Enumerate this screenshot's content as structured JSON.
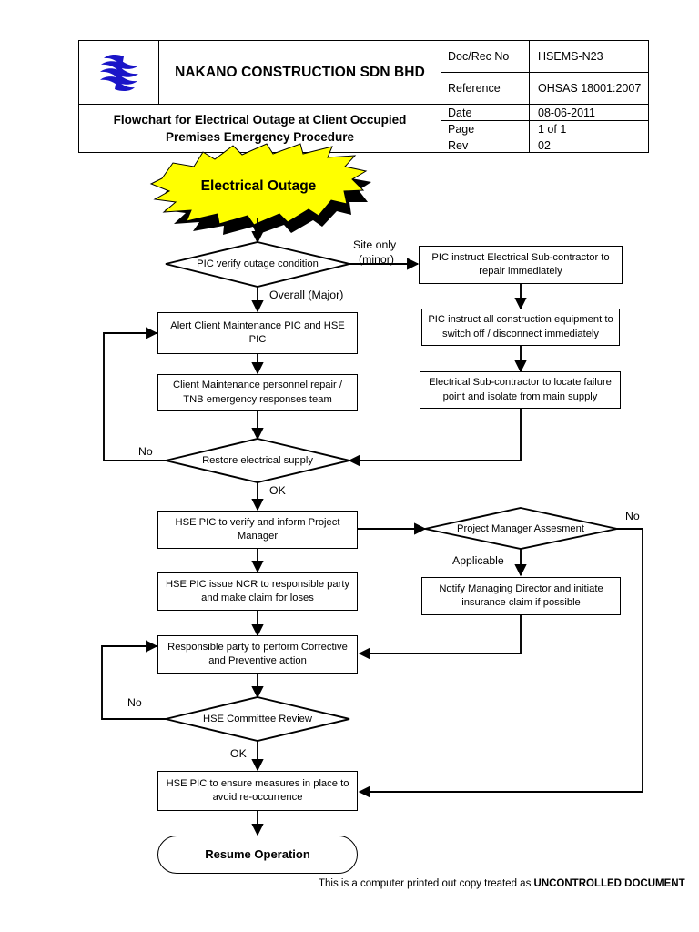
{
  "header": {
    "logo_icon": "nakano-n-logo",
    "logo_color": "#1a15c8",
    "company": "NAKANO CONSTRUCTION SDN BHD",
    "doc_title": "Flowchart for Electrical Outage at Client Occupied Premises Emergency Procedure",
    "fields": [
      {
        "key": "Doc/Rec No",
        "value": "HSEMS-N23"
      },
      {
        "key": "Reference",
        "value": "OHSAS 18001:2007"
      },
      {
        "key": "Date",
        "value": "08-06-2011"
      },
      {
        "key": "Page",
        "value": "1 of 1"
      },
      {
        "key": "Rev",
        "value": "02"
      }
    ]
  },
  "flow": {
    "start_burst": {
      "label": "Electrical Outage",
      "fill": "#ffff00",
      "shadow": "#000000"
    },
    "decisions": [
      {
        "id": "verify",
        "label": "PIC verify outage condition"
      },
      {
        "id": "restore",
        "label": "Restore electrical supply"
      },
      {
        "id": "pm-assess",
        "label": "Project Manager Assesment"
      },
      {
        "id": "hse-review",
        "label": "HSE Committee Review"
      }
    ],
    "processes": [
      {
        "id": "repair-immediately",
        "label": "PIC instruct Electrical Sub-contractor to repair immediately"
      },
      {
        "id": "switch-off",
        "label": "PIC instruct all construction equipment to switch off / disconnect immediately"
      },
      {
        "id": "locate-failure",
        "label": "Electrical Sub-contractor to locate failure point and isolate from main supply"
      },
      {
        "id": "alert-client",
        "label": "Alert Client Maintenance PIC and HSE PIC"
      },
      {
        "id": "client-repair",
        "label": "Client Maintenance personnel repair / TNB emergency responses team"
      },
      {
        "id": "hse-verify",
        "label": "HSE PIC to verify and inform Project Manager"
      },
      {
        "id": "issue-ncr",
        "label": "HSE PIC issue NCR to responsible party and make claim for loses"
      },
      {
        "id": "notify-md",
        "label": "Notify Managing Director and initiate insurance claim if possible"
      },
      {
        "id": "corrective",
        "label": "Responsible party to perform Corrective and Preventive action"
      },
      {
        "id": "ensure-measures",
        "label": "HSE PIC to ensure measures in place to avoid re-occurrence"
      }
    ],
    "terminal": {
      "id": "resume",
      "label": "Resume Operation"
    },
    "edge_labels": [
      {
        "id": "site-only-minor",
        "line1": "Site only",
        "line2": "(minor)"
      },
      {
        "id": "overall-major",
        "text": "Overall (Major)"
      },
      {
        "id": "restore-no",
        "text": "No"
      },
      {
        "id": "restore-ok",
        "text": "OK"
      },
      {
        "id": "pm-no",
        "text": "No"
      },
      {
        "id": "pm-applicable",
        "text": "Applicable"
      },
      {
        "id": "review-no",
        "text": "No"
      },
      {
        "id": "review-ok",
        "text": "OK"
      }
    ]
  },
  "footer": {
    "text_plain": "This is a computer printed out copy treated as ",
    "text_bold": "UNCONTROLLED DOCUMENT"
  }
}
